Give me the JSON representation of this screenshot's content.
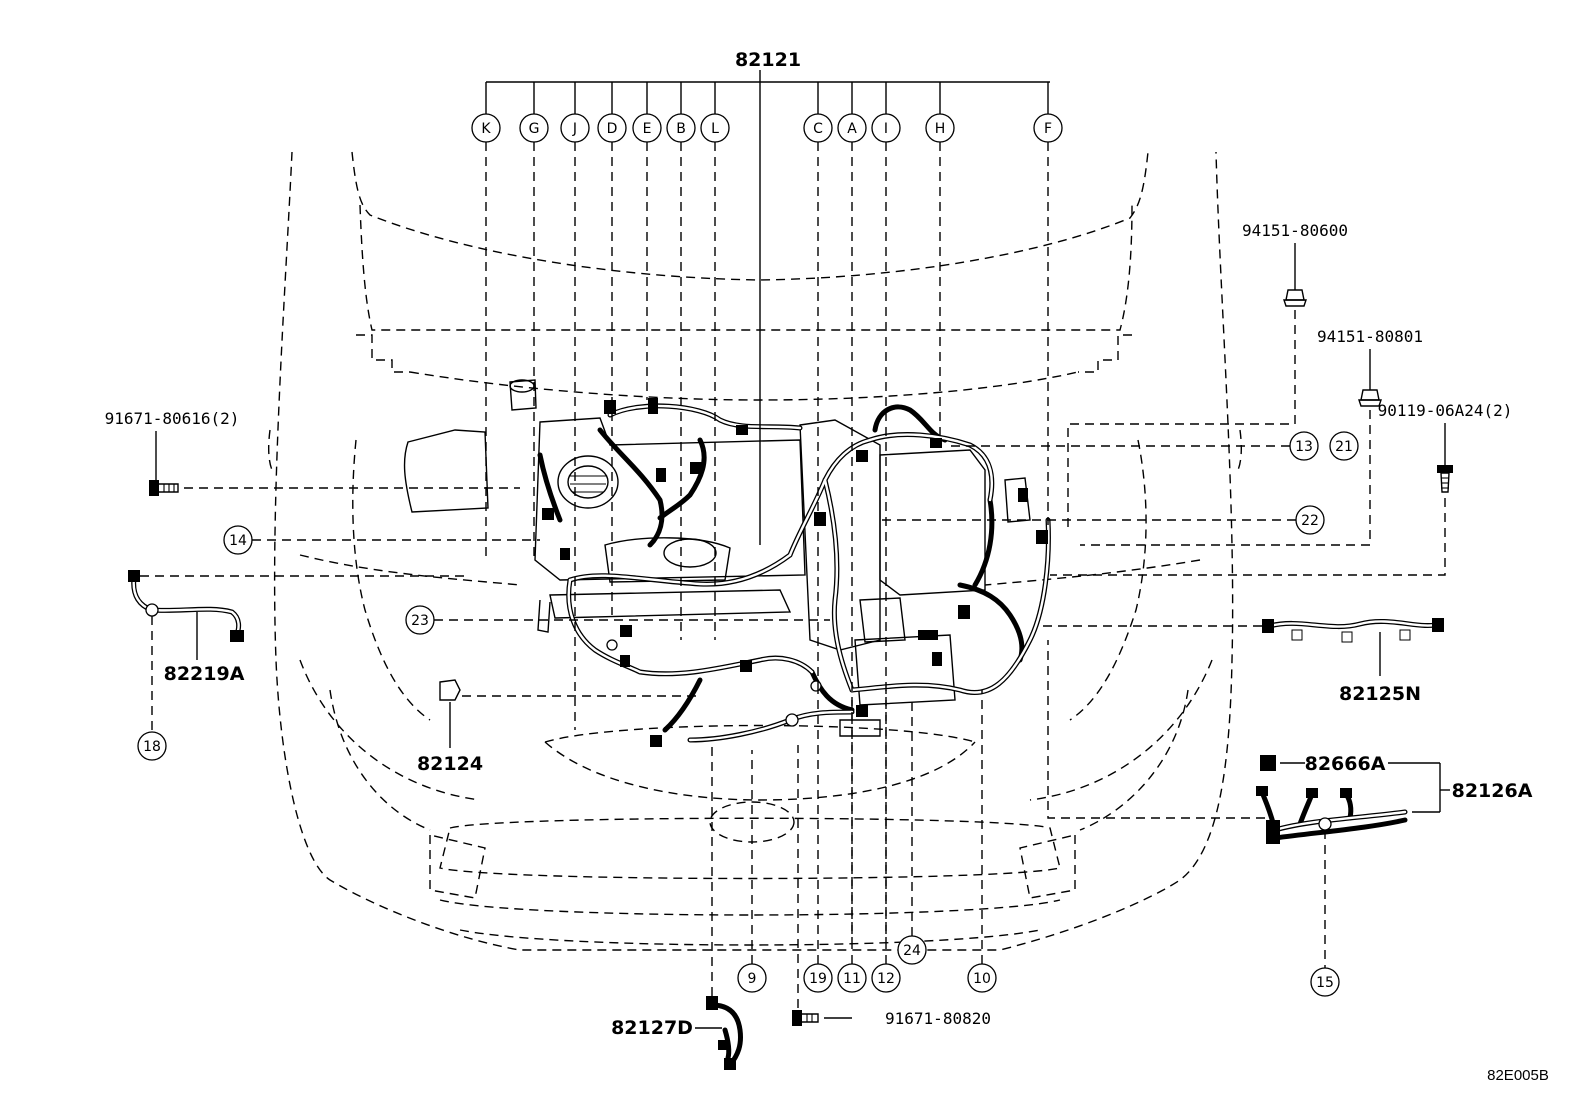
{
  "main_assembly": "82121",
  "branch_letters": [
    "K",
    "G",
    "J",
    "D",
    "E",
    "B",
    "L",
    "C",
    "A",
    "I",
    "H",
    "F"
  ],
  "part_numbers": {
    "clip_94151_80600": "94151-80600",
    "clip_94151_80801": "94151-80801",
    "bolt_90119": "90119-06A24(2)",
    "bolt_91671_80616": "91671-80616(2)",
    "bolt_91671_80820": "91671-80820"
  },
  "sub_assemblies": {
    "a82219A": "82219A",
    "a82124": "82124",
    "a82125N": "82125N",
    "a82666A": "82666A",
    "a82126A": "82126A",
    "a82127D": "82127D"
  },
  "callouts": [
    "9",
    "10",
    "11",
    "12",
    "13",
    "14",
    "15",
    "18",
    "19",
    "21",
    "22",
    "23",
    "24"
  ],
  "diagram_ref": "82E005B"
}
